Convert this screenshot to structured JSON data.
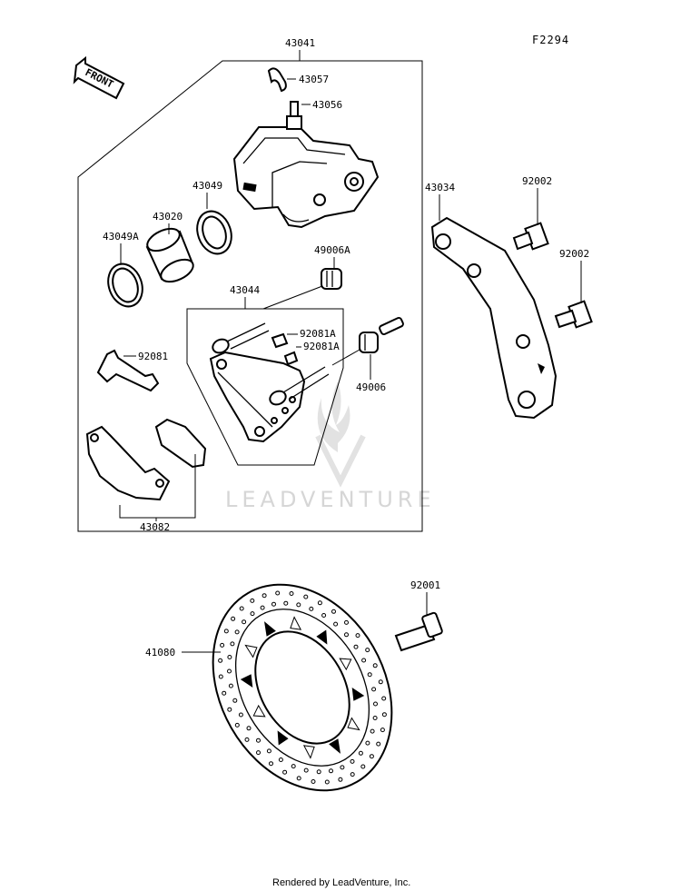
{
  "diagram_code": "F2294",
  "front_arrow_label": "FRONT",
  "watermark": "LEADVENTURE",
  "footer": "Rendered by LeadVenture, Inc.",
  "labels": {
    "p43041": "43041",
    "p43057": "43057",
    "p43056": "43056",
    "p43049": "43049",
    "p43020": "43020",
    "p43049A": "43049A",
    "p49006A": "49006A",
    "p43044": "43044",
    "p92081A_1": "92081A",
    "p92081A_2": "92081A",
    "p92081": "92081",
    "p49006": "49006",
    "p43082": "43082",
    "p43034": "43034",
    "p92002_1": "92002",
    "p92002_2": "92002",
    "p92001": "92001",
    "p41080": "41080"
  },
  "colors": {
    "ink": "#000000",
    "watermark": "#d6d6d6",
    "background": "#ffffff"
  }
}
